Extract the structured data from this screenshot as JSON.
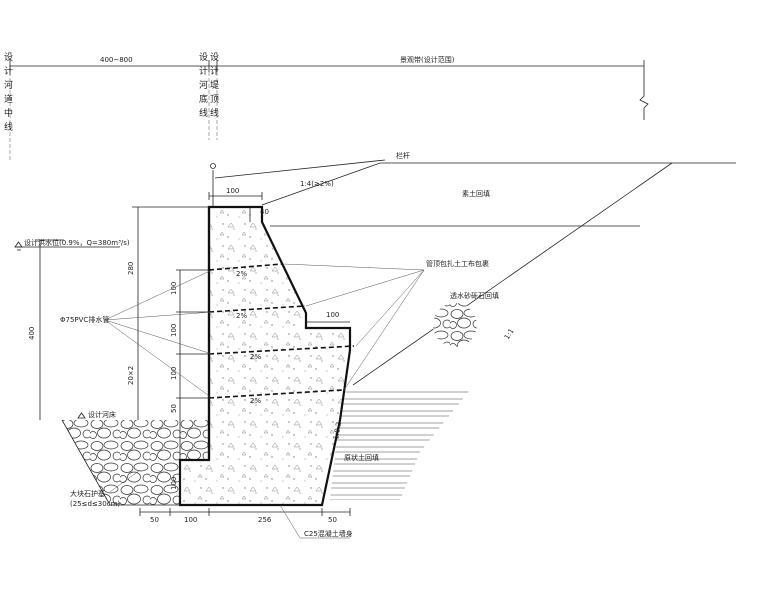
{
  "title_label": "景观带(设计范围)",
  "vertical_labels": {
    "river_centerline": [
      "设",
      "计",
      "河",
      "道",
      "中",
      "线"
    ],
    "riverbed_line": [
      "设",
      "计",
      "河",
      "底",
      "线"
    ],
    "dike_top_line": [
      "设",
      "计",
      "堤",
      "顶",
      "线"
    ]
  },
  "labels": {
    "top_width": "400~800",
    "railing": "栏杆",
    "slope_top": "1:4(≥2%)",
    "fill_soil": "素土回填",
    "pipe_label": "管顶包扎土工布包裹",
    "gravel_backfill": "透水砂砾石回填",
    "flood_level": "设计洪水位(0.9%，Q=380m³/s)",
    "drain_pipe": "Φ75PVC排水管",
    "riverbed": "设计河床",
    "riprap": "大块石护基",
    "riprap_detail": "(25≤d≤30cm)",
    "original_soil": "原状土回填",
    "wall_body": "C25混凝土墙身",
    "slope_ratio": "1:1",
    "wall_slope": "1:0.2",
    "pipe_slope": "2%"
  },
  "dimensions": {
    "d100_top": "100",
    "d40": "40",
    "d100_step": "100",
    "d280": "280",
    "d400": "400",
    "d20x2": "20×2",
    "seg_a": "100",
    "seg_b": "100",
    "seg_c": "100",
    "seg_d": "50",
    "seg_e": "100",
    "b50_left": "50",
    "b100": "100",
    "b256": "256",
    "b50_right": "50"
  }
}
